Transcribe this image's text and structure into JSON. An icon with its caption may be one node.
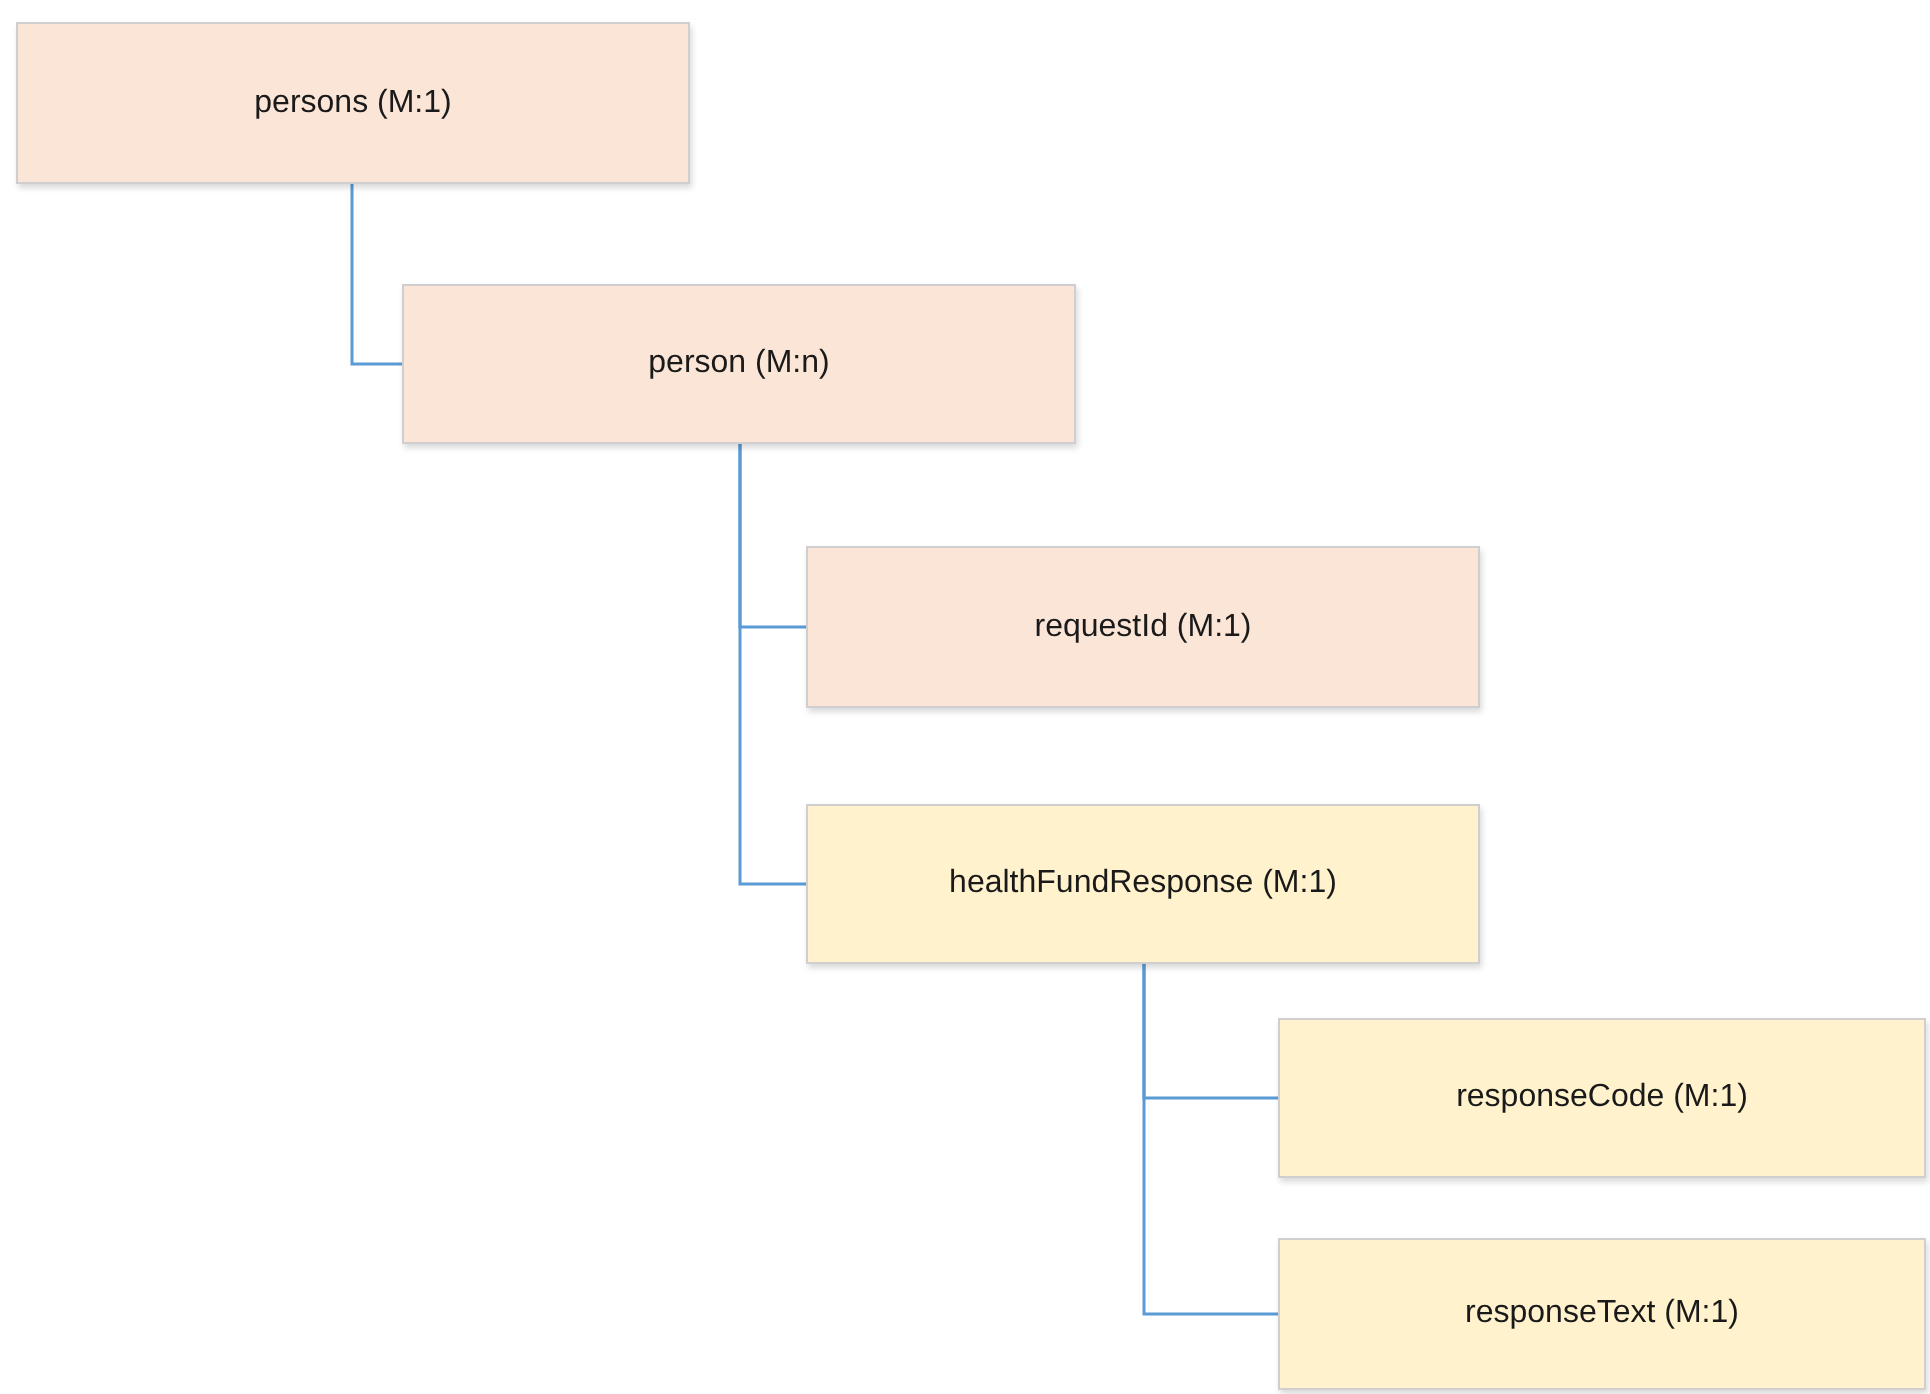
{
  "diagram": {
    "nodes": [
      {
        "text": [
          "persons (M:1)"
        ]
      },
      {
        "text": [
          "person (M:n)"
        ]
      },
      {
        "text": [
          "requestId (M:1)"
        ]
      },
      {
        "text": [
          "healthFundResponse (M:1)"
        ]
      },
      {
        "text": [
          "responseCode (M:1)"
        ]
      },
      {
        "text": [
          "responseText (M:1)"
        ]
      }
    ],
    "edges": [
      {
        "from": 0,
        "to": 1,
        "arrow": "none"
      },
      {
        "from": 1,
        "to": 2,
        "arrow": "none"
      },
      {
        "from": 1,
        "to": 3,
        "arrow": "none"
      },
      {
        "from": 3,
        "to": 4,
        "arrow": "none"
      },
      {
        "from": 3,
        "to": 5,
        "arrow": "none"
      }
    ]
  }
}
